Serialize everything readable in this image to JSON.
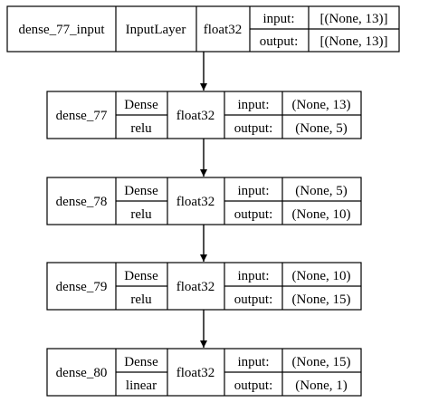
{
  "diagram": {
    "nodes": [
      {
        "name": "dense_77_input",
        "type": "InputLayer",
        "activation": "",
        "dtype": "float32",
        "input_label": "input:",
        "output_label": "output:",
        "input_shape": "[(None, 13)]",
        "output_shape": "[(None, 13)]"
      },
      {
        "name": "dense_77",
        "type": "Dense",
        "activation": "relu",
        "dtype": "float32",
        "input_label": "input:",
        "output_label": "output:",
        "input_shape": "(None, 13)",
        "output_shape": "(None, 5)"
      },
      {
        "name": "dense_78",
        "type": "Dense",
        "activation": "relu",
        "dtype": "float32",
        "input_label": "input:",
        "output_label": "output:",
        "input_shape": "(None, 5)",
        "output_shape": "(None, 10)"
      },
      {
        "name": "dense_79",
        "type": "Dense",
        "activation": "relu",
        "dtype": "float32",
        "input_label": "input:",
        "output_label": "output:",
        "input_shape": "(None, 10)",
        "output_shape": "(None, 15)"
      },
      {
        "name": "dense_80",
        "type": "Dense",
        "activation": "linear",
        "dtype": "float32",
        "input_label": "input:",
        "output_label": "output:",
        "input_shape": "(None, 15)",
        "output_shape": "(None, 1)"
      }
    ]
  }
}
